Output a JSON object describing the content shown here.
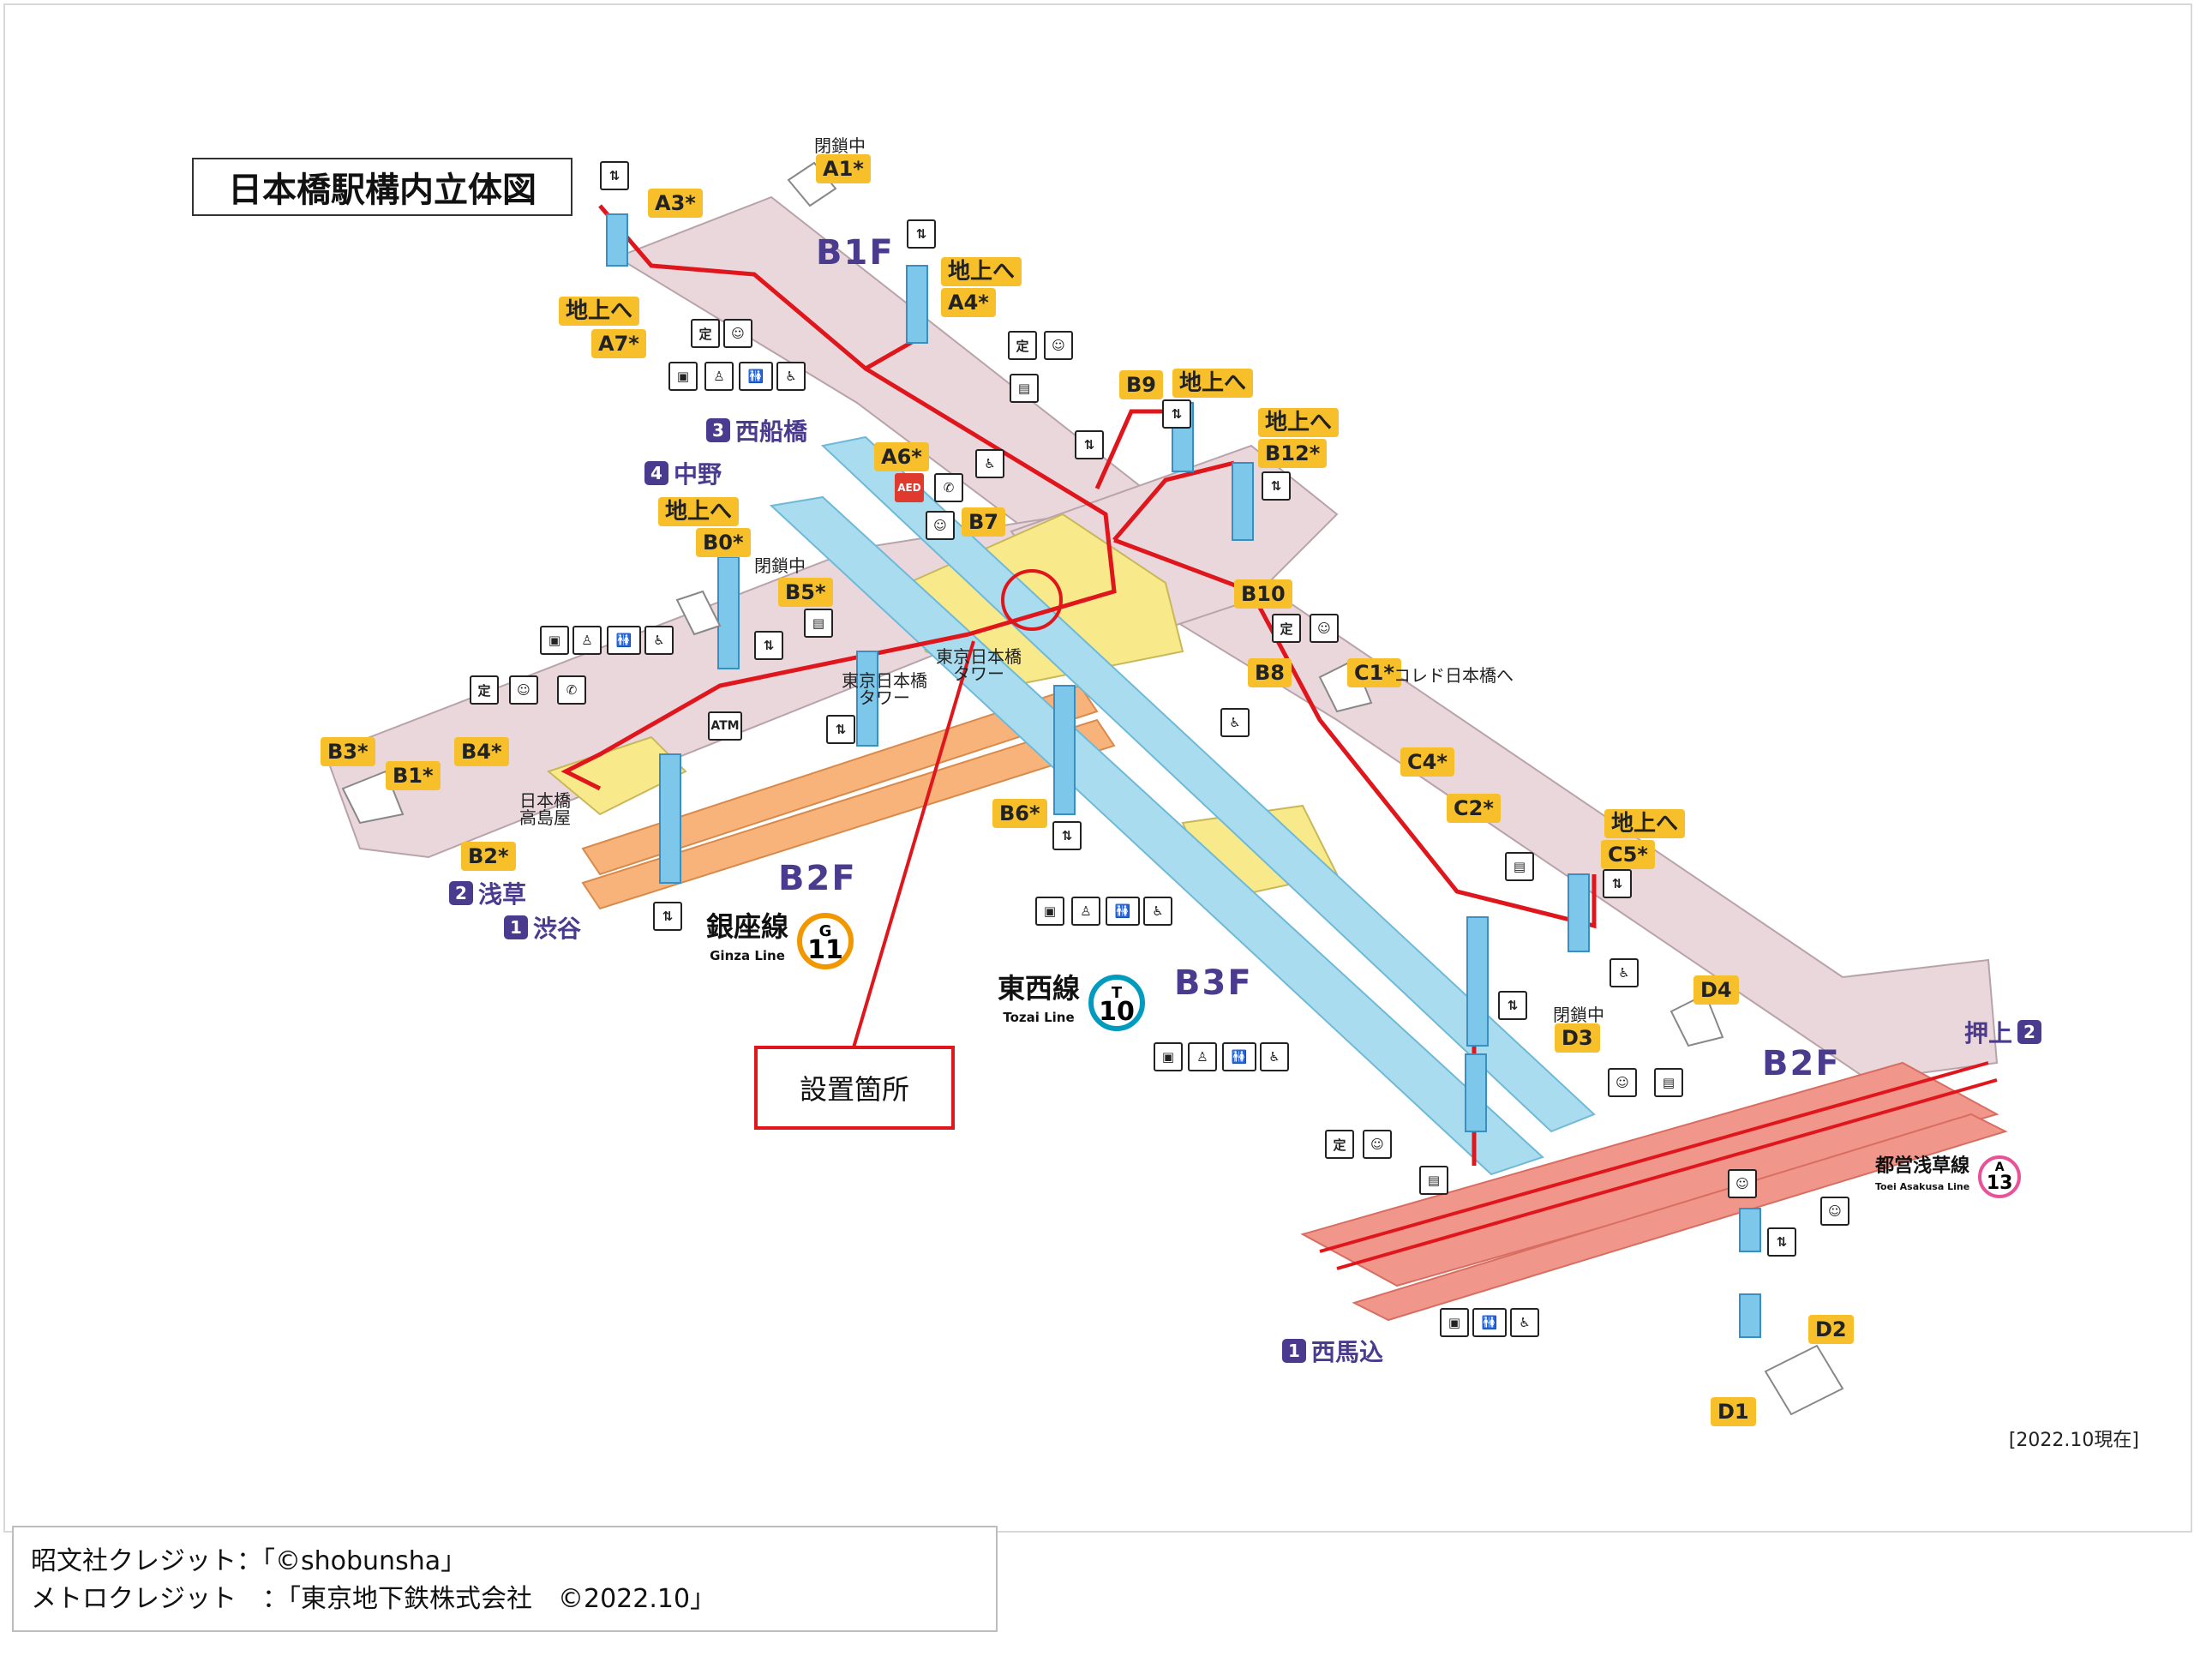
{
  "title": "日本橋駅構内立体図",
  "floors": {
    "b1f": "B1F",
    "b2f_ginza": "B2F",
    "b3f": "B3F",
    "b2f_asakusa": "B2F"
  },
  "exits": {
    "a1": "A1*",
    "a3": "A3*",
    "a4": "A4*",
    "a6": "A6*",
    "a7": "A7*",
    "b0": "B0*",
    "b1": "B1*",
    "b2": "B2*",
    "b3": "B3*",
    "b4": "B4*",
    "b5": "B5*",
    "b6": "B6*",
    "b7": "B7",
    "b8": "B8",
    "b9": "B9",
    "b10": "B10",
    "b12": "B12*",
    "c1": "C1*",
    "c2": "C2*",
    "c4": "C4*",
    "c5": "C5*",
    "d1": "D1",
    "d2": "D2",
    "d3": "D3",
    "d4": "D4"
  },
  "chijou": "地上へ",
  "closed": "閉鎖中",
  "labels": {
    "coredo": "コレド日本橋へ",
    "tower1": "東京日本橋\nタワー",
    "tower2": "東京日本橋\nタワー",
    "takashimaya": "日本橋\n高島屋",
    "atm": "ATM"
  },
  "directions": {
    "nishifunabashi": {
      "num": "3",
      "name": "西船橋"
    },
    "nakano": {
      "num": "4",
      "name": "中野"
    },
    "asakusa": {
      "num": "2",
      "name": "浅草"
    },
    "shibuya": {
      "num": "1",
      "name": "渋谷"
    },
    "oshiage": {
      "num": "2",
      "name": "押上"
    },
    "nishimagome": {
      "num": "1",
      "name": "西馬込"
    }
  },
  "lines": {
    "ginza": {
      "name": "銀座線",
      "en": "Ginza Line",
      "letter": "G",
      "number": "11",
      "color": "#f39700"
    },
    "tozai": {
      "name": "東西線",
      "en": "Tozai Line",
      "letter": "T",
      "number": "10",
      "color": "#009bbf"
    },
    "asakusa": {
      "name": "都営浅草線",
      "en": "Toei Asakusa Line",
      "letter": "A",
      "number": "13",
      "color": "#e85298"
    }
  },
  "icons": {
    "elevator": "elevator-icon",
    "escalator": "escalator-icon",
    "ticket": "定",
    "phone": "✆",
    "aed": "AED",
    "wheelchair": "♿"
  },
  "callout": "設置箇所",
  "date": "[2022.10現在]",
  "credits": {
    "line1": "昭文社クレジット：「©shobunsha」",
    "line2": "メトロクレジット　：「東京地下鉄株式会社　©2022.10」"
  },
  "colors": {
    "concourse": "#e9d7dc",
    "platform_yellow": "#f8e98a",
    "ginza_track": "#f7b37a",
    "tozai_track": "#a9dcef",
    "asakusa_track": "#f1968a",
    "route_red": "#e0161d",
    "floor_label": "#4b3b8f",
    "exit_badge": "#f7c02b"
  }
}
